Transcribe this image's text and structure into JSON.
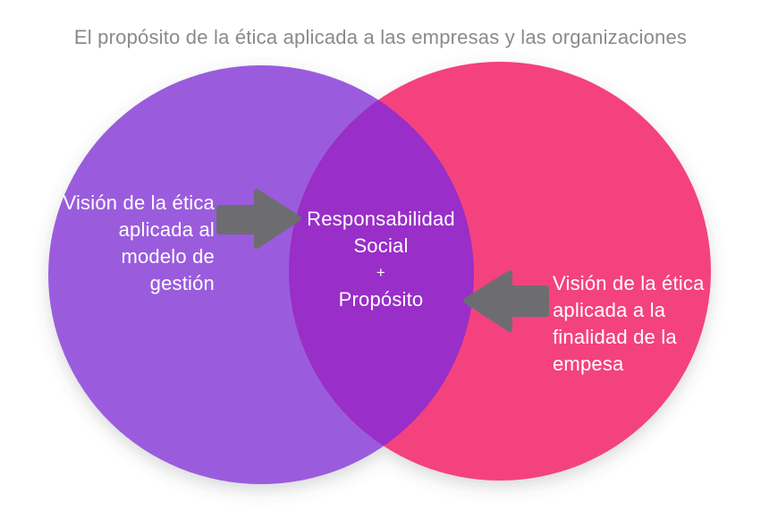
{
  "title": {
    "text": "El propósito de la ética aplicada a las empresas y las organizaciones",
    "color": "#8a8a8b"
  },
  "venn": {
    "left_circle": {
      "color": "#9a5cdd",
      "lines": [
        "Visión de la ética",
        "aplicada al",
        "modelo de",
        "gestión"
      ]
    },
    "right_circle": {
      "color": "#f4437e",
      "lines": [
        "Visión de la ética",
        "aplicada a la",
        "finalidad de la",
        "empesa"
      ]
    },
    "overlap": {
      "color": "#992dc9",
      "lines": [
        "Responsabilidad",
        "Social",
        "+",
        "Propósito"
      ]
    },
    "arrow_color": "#6d6d71",
    "text_color": "#ffffff"
  }
}
